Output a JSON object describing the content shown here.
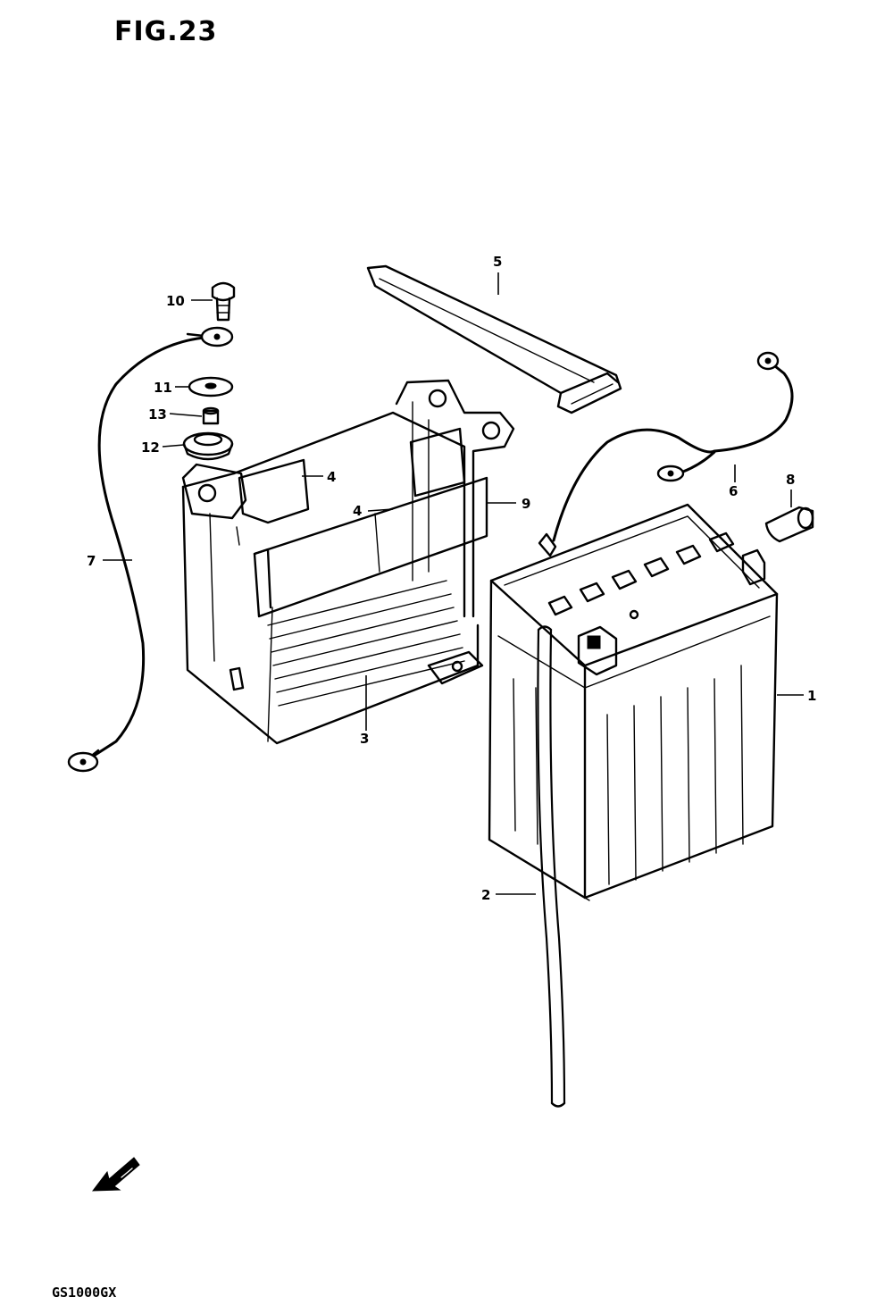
{
  "figure": {
    "title": "FIG.23",
    "footer_code": "GS1000GX"
  },
  "callouts": [
    {
      "id": "1",
      "label": "1",
      "part": "battery"
    },
    {
      "id": "2",
      "label": "2",
      "part": "breather-hose"
    },
    {
      "id": "3",
      "label": "3",
      "part": "battery-holder"
    },
    {
      "id": "4a",
      "label": "4",
      "part": "cushion-left"
    },
    {
      "id": "4b",
      "label": "4",
      "part": "cushion-right"
    },
    {
      "id": "5",
      "label": "5",
      "part": "battery-band-top"
    },
    {
      "id": "6",
      "label": "6",
      "part": "positive-lead-wire"
    },
    {
      "id": "7",
      "label": "7",
      "part": "ground-lead-wire"
    },
    {
      "id": "8",
      "label": "8",
      "part": "terminal-cap"
    },
    {
      "id": "9",
      "label": "9",
      "part": "battery-band-side"
    },
    {
      "id": "10",
      "label": "10",
      "part": "bolt"
    },
    {
      "id": "11",
      "label": "11",
      "part": "washer"
    },
    {
      "id": "12",
      "label": "12",
      "part": "cushion-grommet"
    },
    {
      "id": "13",
      "label": "13",
      "part": "spacer"
    }
  ],
  "icons": {
    "front_arrow": "front-direction-arrow-icon"
  }
}
